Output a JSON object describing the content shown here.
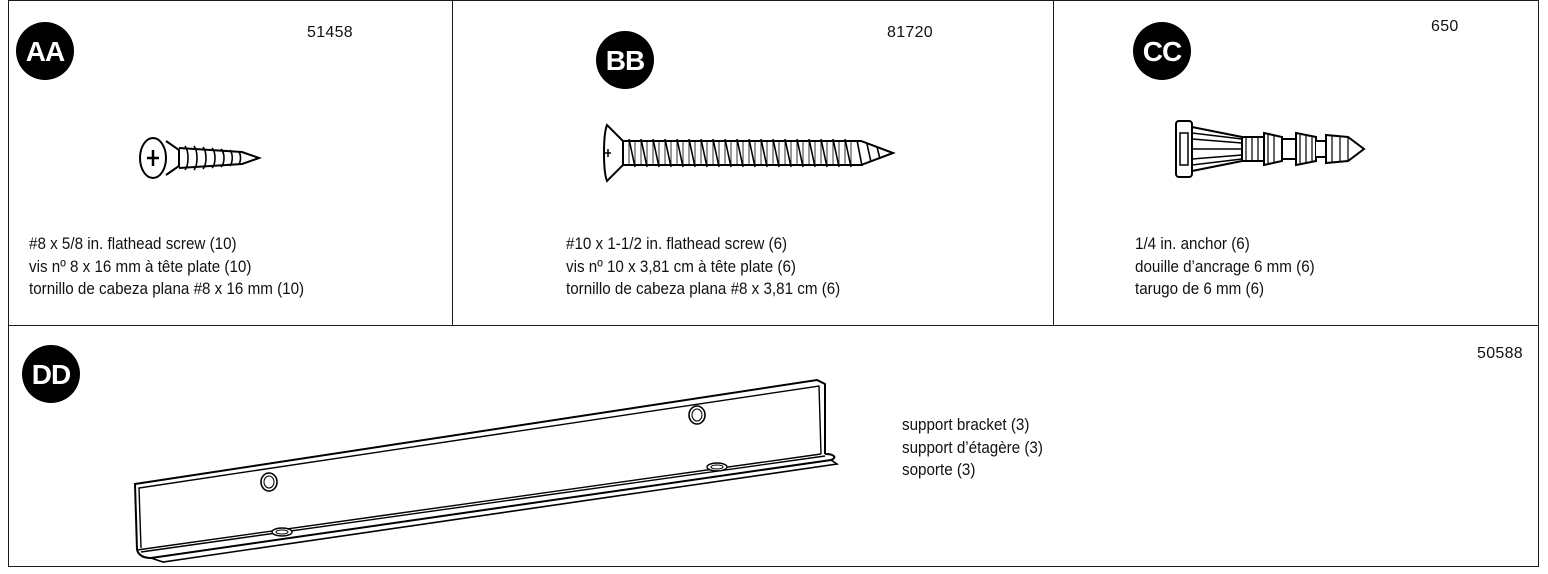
{
  "parts": [
    {
      "id": "AA",
      "part_number": "51458",
      "icon": "flathead-screw-short-icon",
      "lines": [
        "#8 x 5/8 in. flathead screw (10)",
        "vis nº 8 x 16 mm à tête plate (10)",
        "tornillo de cabeza plana #8 x 16 mm (10)"
      ]
    },
    {
      "id": "BB",
      "part_number": "81720",
      "icon": "flathead-screw-long-icon",
      "lines": [
        "#10 x 1-1/2 in. flathead screw (6)",
        "vis nº 10 x 3,81 cm à tête plate (6)",
        "tornillo de cabeza plana #8 x 3,81 cm (6)"
      ]
    },
    {
      "id": "CC",
      "part_number": "650",
      "icon": "wall-anchor-icon",
      "lines": [
        "1/4 in. anchor (6)",
        "douille d’ancrage 6 mm (6)",
        "tarugo de 6 mm (6)"
      ]
    },
    {
      "id": "DD",
      "part_number": "50588",
      "icon": "support-bracket-icon",
      "lines": [
        "support bracket (3)",
        "support d’étagère (3)",
        "soporte (3)"
      ]
    }
  ],
  "colors": {
    "badge": "#000000",
    "badge_text": "#ffffff",
    "line": "#1a1a1a"
  }
}
